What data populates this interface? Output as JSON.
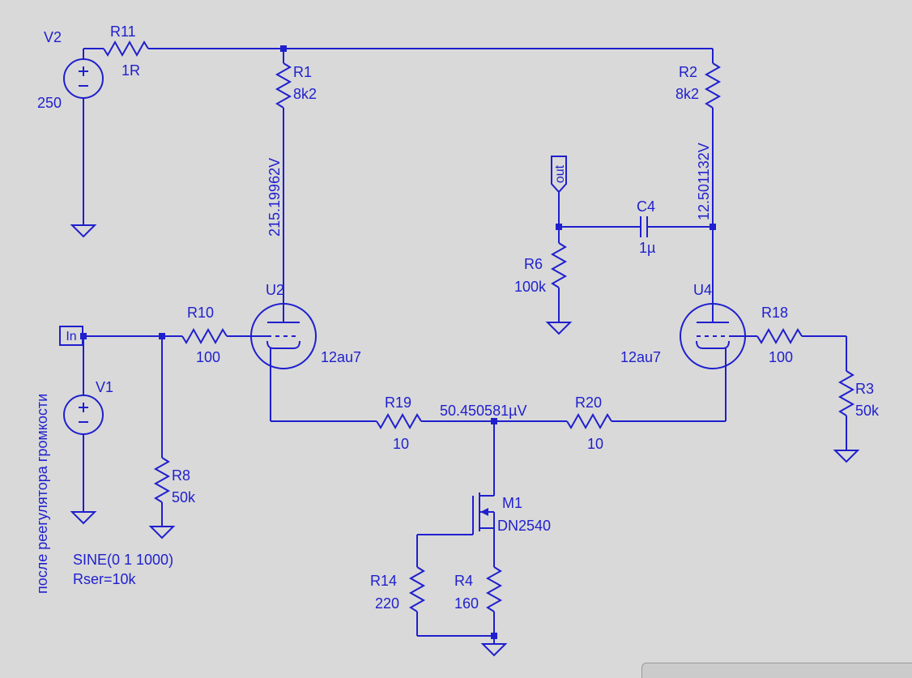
{
  "colors": {
    "bg": "#d9d9d9",
    "ink": "#1f1fce"
  },
  "components": {
    "v2": {
      "ref": "V2",
      "value": "250"
    },
    "v1": {
      "ref": "V1"
    },
    "r11": {
      "ref": "R11",
      "value": "1R"
    },
    "r1": {
      "ref": "R1",
      "value": "8k2"
    },
    "r2": {
      "ref": "R2",
      "value": "8k2"
    },
    "r3": {
      "ref": "R3",
      "value": "50k"
    },
    "r4": {
      "ref": "R4",
      "value": "160"
    },
    "r6": {
      "ref": "R6",
      "value": "100k"
    },
    "r8": {
      "ref": "R8",
      "value": "50k"
    },
    "r10": {
      "ref": "R10",
      "value": "100"
    },
    "r14": {
      "ref": "R14",
      "value": "220"
    },
    "r18": {
      "ref": "R18",
      "value": "100"
    },
    "r19": {
      "ref": "R19",
      "value": "10"
    },
    "r20": {
      "ref": "R20",
      "value": "10"
    },
    "c4": {
      "ref": "C4",
      "value": "1µ"
    },
    "u2": {
      "ref": "U2",
      "value": "12au7"
    },
    "u4": {
      "ref": "U4",
      "value": "12au7"
    },
    "m1": {
      "ref": "M1",
      "value": "DN2540"
    }
  },
  "ports": {
    "in": "In",
    "out": "out"
  },
  "node_voltages": {
    "left_plate": "215.19962V",
    "right_plate": "12.501132V",
    "cathode_node": "50.450581µV"
  },
  "annotations": {
    "v1_model": "SINE(0 1 1000)",
    "v1_series": "Rser=10k",
    "side_note": "после реегулятора громкости"
  }
}
